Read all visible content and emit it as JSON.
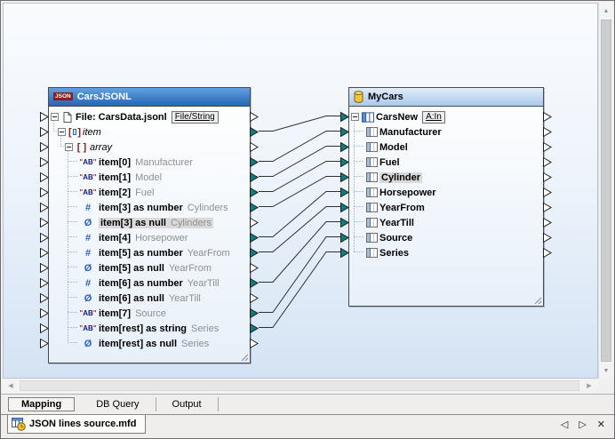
{
  "window": {
    "view_tabs": [
      "Mapping",
      "DB Query",
      "Output"
    ],
    "active_view_tab": "Mapping",
    "document_tab": "JSON lines source.mfd"
  },
  "icons": {
    "nav_left": "◁",
    "nav_right": "▷",
    "close": "✕",
    "scroll_up": "▲",
    "scroll_down": "▼",
    "scroll_left": "◀",
    "scroll_right": "▶"
  },
  "colors": {
    "connected_connector": "#0f7d7d",
    "free_connector": "#ffffff",
    "connection_line": "#2f2f2f",
    "tree_line": "#6a8fc0",
    "highlight": "#d9d9d9",
    "source_title_top": "#62a0e2",
    "source_title_bottom": "#2767b2",
    "target_title_top": "#e2edfb",
    "target_title_bottom": "#a9c9ec",
    "json_badge": "#8b1e1e"
  },
  "source": {
    "title": "CarsJSONL",
    "badge": "JSON",
    "rows": [
      {
        "icon": "file-icon",
        "label": "File: CarsData.jsonl",
        "button": "File/String",
        "indent": 0,
        "expand": true,
        "out": false
      },
      {
        "icon": "object-icon",
        "label": "item",
        "italic": true,
        "indent": 1,
        "expand": true,
        "out": true
      },
      {
        "icon": "array-icon",
        "label": "array",
        "italic": true,
        "indent": 2,
        "expand": true,
        "out": false
      },
      {
        "icon": "string-icon",
        "label": "item[0]",
        "annotation": "Manufacturer",
        "indent": 3,
        "out": true
      },
      {
        "icon": "string-icon",
        "label": "item[1]",
        "annotation": "Model",
        "indent": 3,
        "out": true
      },
      {
        "icon": "string-icon",
        "label": "item[2]",
        "annotation": "Fuel",
        "indent": 3,
        "out": true
      },
      {
        "icon": "number-icon",
        "label": "item[3] as number",
        "annotation": "Cylinders",
        "indent": 3,
        "out": true
      },
      {
        "icon": "null-icon",
        "label": "item[3] as null",
        "annotation": "Cylinders",
        "indent": 3,
        "out": false,
        "highlighted": true
      },
      {
        "icon": "number-icon",
        "label": "item[4]",
        "annotation": "Horsepower",
        "indent": 3,
        "out": true
      },
      {
        "icon": "number-icon",
        "label": "item[5] as number",
        "annotation": "YearFrom",
        "indent": 3,
        "out": true
      },
      {
        "icon": "null-icon",
        "label": "item[5] as null",
        "annotation": "YearFrom",
        "indent": 3,
        "out": false
      },
      {
        "icon": "number-icon",
        "label": "item[6] as number",
        "annotation": "YearTill",
        "indent": 3,
        "out": true
      },
      {
        "icon": "null-icon",
        "label": "item[6] as null",
        "annotation": "YearTill",
        "indent": 3,
        "out": false
      },
      {
        "icon": "string-icon",
        "label": "item[7]",
        "annotation": "Source",
        "indent": 3,
        "out": true
      },
      {
        "icon": "string-icon",
        "label": "item[rest] as string",
        "annotation": "Series",
        "indent": 3,
        "out": true
      },
      {
        "icon": "null-icon",
        "label": "item[rest] as null",
        "annotation": "Series",
        "indent": 3,
        "out": false
      }
    ]
  },
  "target": {
    "title": "MyCars",
    "rows": [
      {
        "icon": "table-icon",
        "label": "CarsNew",
        "button": "A:In",
        "indent": 0,
        "expand": true
      },
      {
        "icon": "column-icon",
        "label": "Manufacturer",
        "indent": 1
      },
      {
        "icon": "column-icon",
        "label": "Model",
        "indent": 1
      },
      {
        "icon": "column-icon",
        "label": "Fuel",
        "indent": 1
      },
      {
        "icon": "column-icon",
        "label": "Cylinder",
        "indent": 1,
        "highlighted": true
      },
      {
        "icon": "column-icon",
        "label": "Horsepower",
        "indent": 1
      },
      {
        "icon": "column-icon",
        "label": "YearFrom",
        "indent": 1
      },
      {
        "icon": "column-icon",
        "label": "YearTill",
        "indent": 1
      },
      {
        "icon": "column-icon",
        "label": "Source",
        "indent": 1
      },
      {
        "icon": "column-icon",
        "label": "Series",
        "indent": 1
      }
    ]
  },
  "connections": [
    {
      "from": "item",
      "from_index": 1,
      "to": "CarsNew",
      "to_index": 0
    },
    {
      "from": "item[0]",
      "from_index": 3,
      "to": "Manufacturer",
      "to_index": 1
    },
    {
      "from": "item[1]",
      "from_index": 4,
      "to": "Model",
      "to_index": 2
    },
    {
      "from": "item[2]",
      "from_index": 5,
      "to": "Fuel",
      "to_index": 3
    },
    {
      "from": "item[3] as number",
      "from_index": 6,
      "to": "Cylinder",
      "to_index": 4
    },
    {
      "from": "item[4]",
      "from_index": 8,
      "to": "Horsepower",
      "to_index": 5
    },
    {
      "from": "item[5] as number",
      "from_index": 9,
      "to": "YearFrom",
      "to_index": 6
    },
    {
      "from": "item[6] as number",
      "from_index": 11,
      "to": "YearTill",
      "to_index": 7
    },
    {
      "from": "item[7]",
      "from_index": 13,
      "to": "Source",
      "to_index": 8
    },
    {
      "from": "item[rest] as string",
      "from_index": 14,
      "to": "Series",
      "to_index": 9
    }
  ]
}
